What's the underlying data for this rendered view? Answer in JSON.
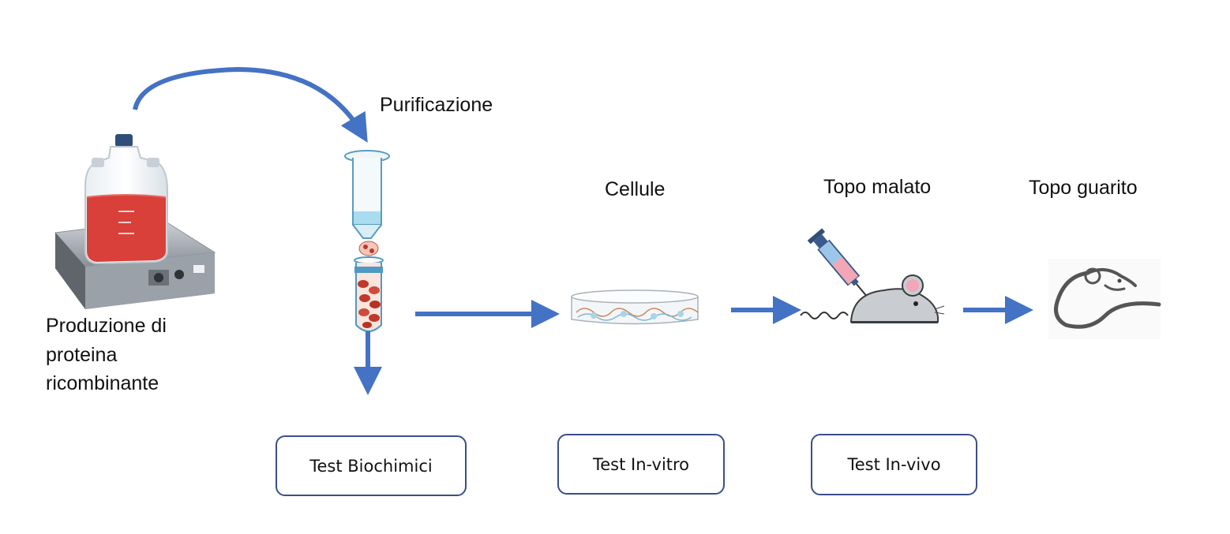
{
  "steps": {
    "production": {
      "line1": "Produzione di",
      "line2": "proteina",
      "line3": "ricombinante"
    },
    "purification": "Purificazione",
    "cells": "Cellule",
    "sick_mouse": "Topo malato",
    "healed_mouse": "Topo guarito"
  },
  "tests": {
    "biochemical": "Test Biochimici",
    "in_vitro": "Test In-vitro",
    "in_vivo": "Test In-vivo"
  },
  "colors": {
    "arrow": "#4472c4",
    "box_border": "#3a4e8c",
    "liquid": "#d9403a",
    "column_fluid": "#a8dcee"
  },
  "icons": [
    "stirrer-bottle-icon",
    "chromatography-column-icon",
    "petri-dish-icon",
    "syringe-icon",
    "mouse-icon",
    "mouse-outline-icon"
  ]
}
